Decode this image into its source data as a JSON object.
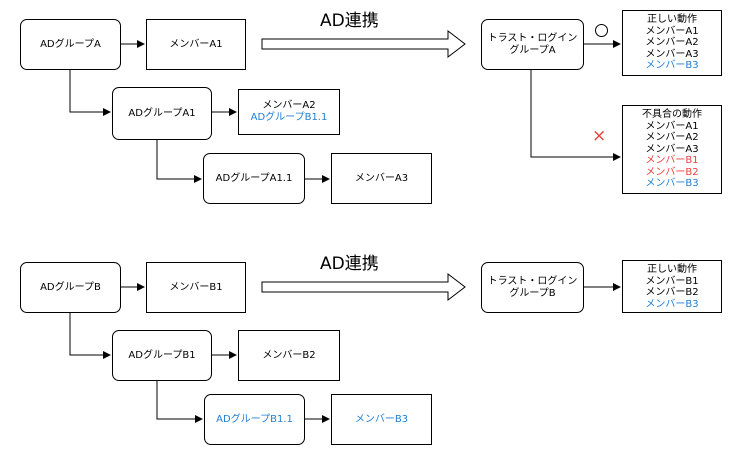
{
  "colors": {
    "line": "#000000",
    "blue": "#1e7fd6",
    "red": "#e8413c"
  },
  "top": {
    "group": "ADグループA",
    "member": "メンバーA1",
    "sub_group": "ADグループA1",
    "sub_member": "メンバーA2",
    "sub_member_group": "ADグループB1.1",
    "sub_sub_group": "ADグループA1.1",
    "sub_sub_member": "メンバーA3",
    "sync_label": "AD連携",
    "trust_group": "トラスト・ログイン\nグループA",
    "ok_mark": "○",
    "ng_mark": "×",
    "correct": {
      "title": "正しい動作",
      "items": [
        {
          "text": "メンバーA1",
          "color": "black"
        },
        {
          "text": "メンバーA2",
          "color": "black"
        },
        {
          "text": "メンバーA3",
          "color": "black"
        },
        {
          "text": "メンバーB3",
          "color": "blue"
        }
      ]
    },
    "bug": {
      "title": "不具合の動作",
      "items": [
        {
          "text": "メンバーA1",
          "color": "black"
        },
        {
          "text": "メンバーA2",
          "color": "black"
        },
        {
          "text": "メンバーA3",
          "color": "black"
        },
        {
          "text": "メンバーB1",
          "color": "red"
        },
        {
          "text": "メンバーB2",
          "color": "red"
        },
        {
          "text": "メンバーB3",
          "color": "blue"
        }
      ]
    }
  },
  "bottom": {
    "group": "ADグループB",
    "member": "メンバーB1",
    "sub_group": "ADグループB1",
    "sub_member": "メンバーB2",
    "sub_sub_group": "ADグループB1.1",
    "sub_sub_member": "メンバーB3",
    "sync_label": "AD連携",
    "trust_group": "トラスト・ログイン\nグループB",
    "correct": {
      "title": "正しい動作",
      "items": [
        {
          "text": "メンバーB1",
          "color": "black"
        },
        {
          "text": "メンバーB2",
          "color": "black"
        },
        {
          "text": "メンバーB3",
          "color": "blue"
        }
      ]
    }
  }
}
